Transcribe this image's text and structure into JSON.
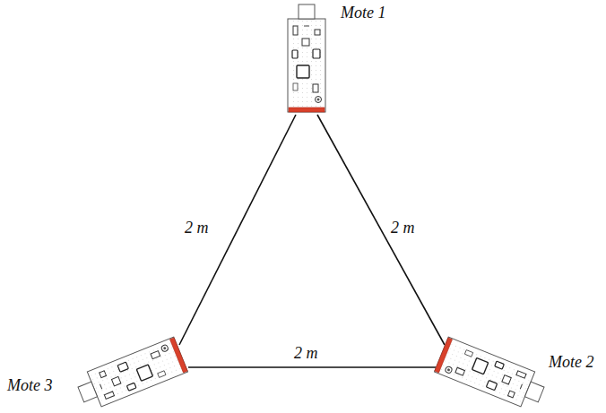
{
  "diagram": {
    "nodes": [
      {
        "text": [
          "Mote 1"
        ]
      },
      {
        "text": [
          "Mote 2"
        ]
      },
      {
        "text": [
          "Mote 3"
        ]
      }
    ],
    "edges": [
      {
        "from": 0,
        "to": 2,
        "label": "2 m",
        "arrow": "none"
      },
      {
        "from": 0,
        "to": 1,
        "label": "2 m",
        "arrow": "none"
      },
      {
        "from": 2,
        "to": 1,
        "label": "2 m",
        "arrow": "none"
      }
    ]
  }
}
